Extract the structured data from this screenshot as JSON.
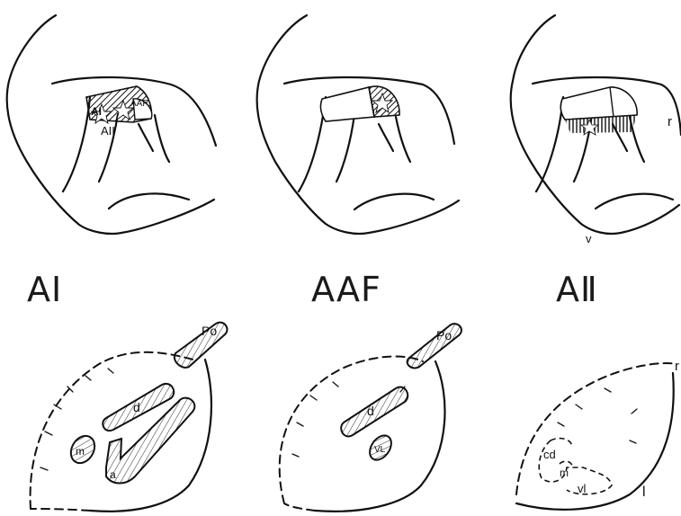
{
  "panels": [
    {
      "caption": "AI",
      "labels": {
        "ai": "AI",
        "aii": "AII",
        "aaf": "AAF"
      }
    },
    {
      "caption": "AAF"
    },
    {
      "caption": "AⅡ",
      "labels": {
        "r": "r",
        "v": "v"
      }
    }
  ],
  "sections": [
    {
      "labels": {
        "po": "Po",
        "d": "d",
        "m": "m",
        "a": "a"
      }
    },
    {
      "labels": {
        "po": "Po",
        "d": "d",
        "vl": "VL"
      }
    },
    {
      "labels": {
        "r": "r",
        "cd": "cd",
        "m": "m",
        "vl": "vl",
        "l": "l"
      }
    }
  ]
}
